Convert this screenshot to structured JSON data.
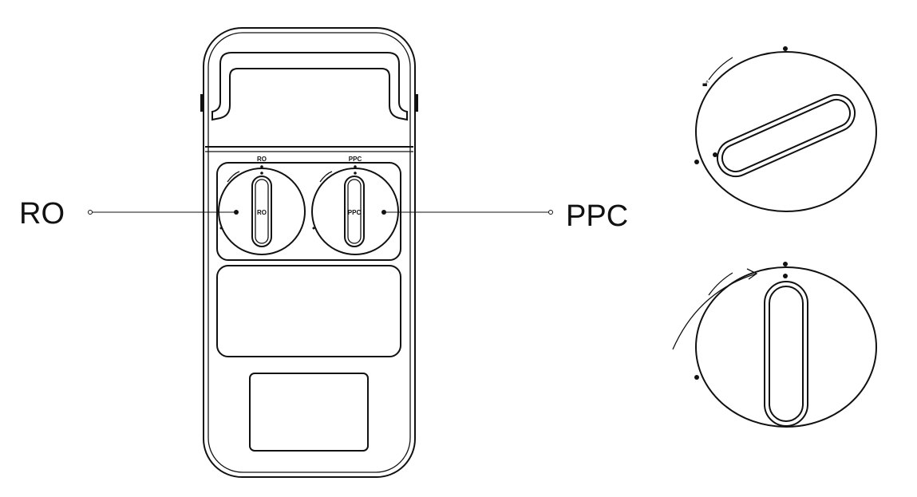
{
  "callouts": {
    "left": "RO",
    "right": "PPC"
  },
  "device": {
    "knob_left_heading": "RO",
    "knob_left_label": "RO",
    "knob_right_heading": "PPC",
    "knob_right_label": "PPC"
  },
  "colors": {
    "line": "#111111",
    "background": "#ffffff"
  }
}
